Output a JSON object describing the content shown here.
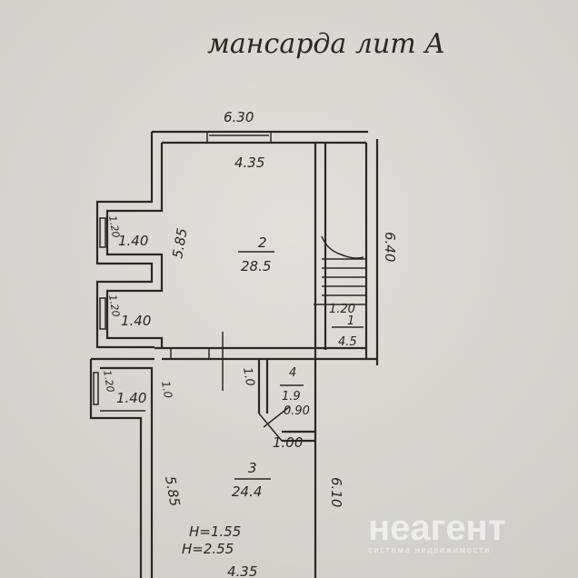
{
  "title": "мансарда лит А",
  "dimensions": {
    "top_outer": "6.30",
    "top_inner": "4.35",
    "room2_left": "5.85",
    "right_outer": "6.40",
    "bay1_depth": "1.20",
    "bay1_width": "1.40",
    "bay2_depth": "1.20",
    "bay2_width": "1.40",
    "bay3_depth": "1.20",
    "bay3_width": "1.40",
    "bay3_side": "1.0",
    "stair_width": "1.20",
    "room4_side": "1.0",
    "room4_door": "0.90",
    "room4_bottom": "1.00",
    "room3_left": "5.85",
    "room3_right": "6.10",
    "room3_bottom": "4.35"
  },
  "rooms": [
    {
      "number": "2",
      "area": "28.5"
    },
    {
      "number": "1",
      "area": "4.5"
    },
    {
      "number": "4",
      "area": "1.9"
    },
    {
      "number": "3",
      "area": "24.4"
    }
  ],
  "heights": [
    "H=1.55",
    "H=2.55"
  ],
  "watermark": {
    "brand": "неагент",
    "tagline": "система недвижимости"
  }
}
